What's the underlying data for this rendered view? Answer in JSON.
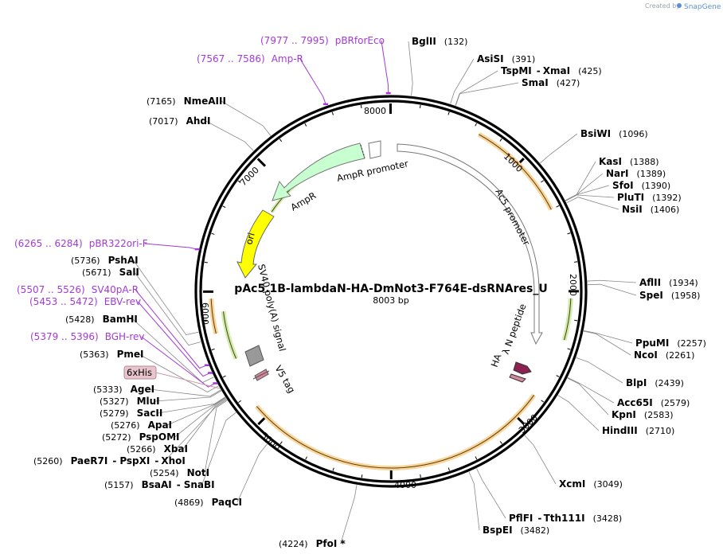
{
  "credit": {
    "prefix": "Created by",
    "brand": "SnapGene"
  },
  "plasmid": {
    "name": "pAc5.1B-lambdaN-HA-DmNot3-F764E-dsRNAres_U",
    "length_label": "8003 bp",
    "length": 8003
  },
  "ticks": [
    {
      "label": "1000",
      "pos": 1000
    },
    {
      "label": "2000",
      "pos": 2000
    },
    {
      "label": "3000",
      "pos": 3000
    },
    {
      "label": "4000",
      "pos": 4000
    },
    {
      "label": "5000",
      "pos": 5000
    },
    {
      "label": "6000",
      "pos": 6000
    },
    {
      "label": "7000",
      "pos": 7000
    },
    {
      "label": "8000",
      "pos": 8000
    }
  ],
  "sites": [
    {
      "name": "BglII",
      "pos": "(132)",
      "bp": 132
    },
    {
      "name": "AsiSI",
      "pos": "(391)",
      "bp": 391
    },
    {
      "name": "TspMI",
      "pos": "",
      "bp": 425,
      "pair": "XmaI",
      "pair_pos": "(425)"
    },
    {
      "name": "SmaI",
      "pos": "(427)",
      "bp": 427
    },
    {
      "name": "BsiWI",
      "pos": "(1096)",
      "bp": 1096
    },
    {
      "name": "KasI",
      "pos": "(1388)",
      "bp": 1388
    },
    {
      "name": "NarI",
      "pos": "(1389)",
      "bp": 1389
    },
    {
      "name": "SfoI",
      "pos": "(1390)",
      "bp": 1390
    },
    {
      "name": "PluTI",
      "pos": "(1392)",
      "bp": 1392
    },
    {
      "name": "NsiI",
      "pos": "(1406)",
      "bp": 1406
    },
    {
      "name": "AflII",
      "pos": "(1934)",
      "bp": 1934
    },
    {
      "name": "SpeI",
      "pos": "(1958)",
      "bp": 1958
    },
    {
      "name": "PpuMI",
      "pos": "(2257)",
      "bp": 2257
    },
    {
      "name": "NcoI",
      "pos": "(2261)",
      "bp": 2261
    },
    {
      "name": "BlpI",
      "pos": "(2439)",
      "bp": 2439
    },
    {
      "name": "Acc65I",
      "pos": "(2579)",
      "bp": 2579
    },
    {
      "name": "KpnI",
      "pos": "(2583)",
      "bp": 2583
    },
    {
      "name": "HindIII",
      "pos": "(2710)",
      "bp": 2710
    },
    {
      "name": "XcmI",
      "pos": "(3049)",
      "bp": 3049
    },
    {
      "name": "PflFI",
      "pos": "",
      "bp": 3428,
      "pair": "Tth111I",
      "pair_pos": "(3428)"
    },
    {
      "name": "BspEI",
      "pos": "(3482)",
      "bp": 3482
    },
    {
      "name": "PfoI *",
      "pos": "(4224)",
      "bp": 4224
    },
    {
      "name": "PaqCI",
      "pos": "(4869)",
      "bp": 4869
    },
    {
      "name": "BsaAI",
      "pos": "(5157)",
      "bp": 5157,
      "pair": "SnaBI",
      "pair_pos": ""
    },
    {
      "name": "NotI",
      "pos": "(5254)",
      "bp": 5254
    },
    {
      "name": "PaeR7I",
      "pos": "(5260)",
      "bp": 5260,
      "pair": "PspXI",
      "pair2": "XhoI"
    },
    {
      "name": "XbaI",
      "pos": "(5266)",
      "bp": 5266
    },
    {
      "name": "PspOMI",
      "pos": "(5272)",
      "bp": 5272
    },
    {
      "name": "ApaI",
      "pos": "(5276)",
      "bp": 5276
    },
    {
      "name": "SacII",
      "pos": "(5279)",
      "bp": 5279
    },
    {
      "name": "MluI",
      "pos": "(5327)",
      "bp": 5327
    },
    {
      "name": "AgeI",
      "pos": "(5333)",
      "bp": 5333
    },
    {
      "name": "PmeI",
      "pos": "(5363)",
      "bp": 5363
    },
    {
      "name": "BamHI",
      "pos": "(5428)",
      "bp": 5428
    },
    {
      "name": "SalI",
      "pos": "(5671)",
      "bp": 5671
    },
    {
      "name": "PshAI",
      "pos": "(5736)",
      "bp": 5736
    },
    {
      "name": "AhdI",
      "pos": "(7017)",
      "bp": 7017
    },
    {
      "name": "NmeAIII",
      "pos": "(7165)",
      "bp": 7165
    }
  ],
  "primers": [
    {
      "range": "(7977 .. 7995)",
      "name": "pBRforEco",
      "bp": 7986
    },
    {
      "range": "(7567 .. 7586)",
      "name": "Amp-R",
      "bp": 7576
    },
    {
      "range": "(6265 .. 6284)",
      "name": "pBR322ori-F",
      "bp": 6275
    },
    {
      "range": "(5507 .. 5526)",
      "name": "SV40pA-R",
      "bp": 5516
    },
    {
      "range": "(5453 .. 5472)",
      "name": "EBV-rev",
      "bp": 5462
    },
    {
      "range": "(5379 .. 5396)",
      "name": "BGH-rev",
      "bp": 5388
    }
  ],
  "features": {
    "ampr_promoter": "AmpR promoter",
    "ampr": "AmpR",
    "ori": "ori",
    "sv40": "SV40 poly(A) signal",
    "ac5": "Ac5 promoter",
    "v5": "V5 tag",
    "lambda_n": "λ N peptide",
    "ha": "HA",
    "his": "6xHis"
  },
  "colors": {
    "ampr": "#c8ffd0",
    "ori": "#ffff00",
    "ha_tag": "#8b2252",
    "v5_tag": "#d4899c",
    "his_box": "#e8c4cc",
    "orf_orange": "#f5a623",
    "orf_green": "#7ad13a",
    "primer": "#a33ad8",
    "sv40": "#999999"
  }
}
